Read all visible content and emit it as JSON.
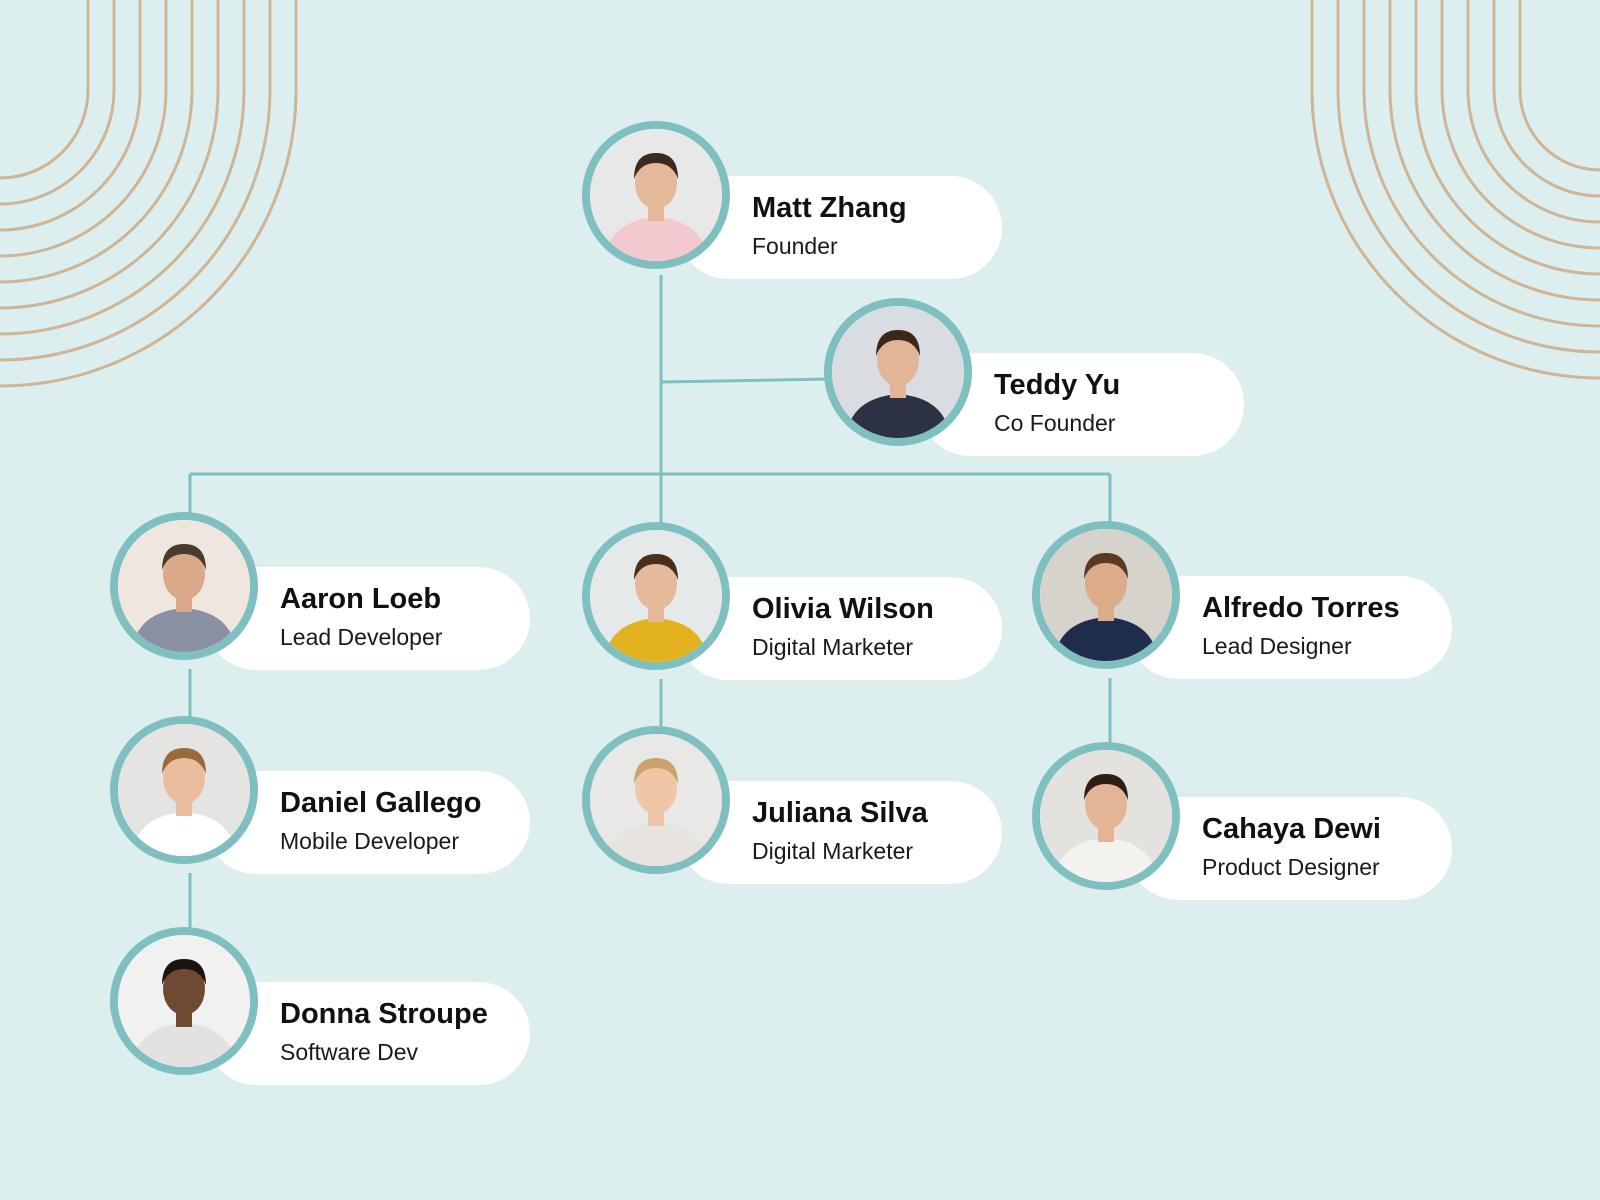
{
  "colors": {
    "background": "#ddeeee",
    "accent": "#7fbfbf",
    "connector": "#7fbfbf",
    "decor_lines": "#cdb596",
    "card": "#ffffff",
    "text": "#111111"
  },
  "people": [
    {
      "id": "matt",
      "name": "Matt Zhang",
      "title": "Founder",
      "icon": "person-photo-icon",
      "skin": "#e5b99a",
      "hair": "#3b2a20",
      "shirt": "#f2c9cf",
      "bg": "#e8e8e8"
    },
    {
      "id": "teddy",
      "name": "Teddy Yu",
      "title": "Co Founder",
      "icon": "person-photo-icon",
      "skin": "#e2b596",
      "hair": "#3a2818",
      "shirt": "#2c3242",
      "bg": "#d9dde2"
    },
    {
      "id": "aaron",
      "name": "Aaron Loeb",
      "title": "Lead Developer",
      "icon": "person-photo-icon",
      "skin": "#d9a98a",
      "hair": "#4a3b30",
      "shirt": "#8a8fa3",
      "bg": "#efe7dd"
    },
    {
      "id": "olivia",
      "name": "Olivia Wilson",
      "title": "Digital Marketer",
      "icon": "person-photo-icon",
      "skin": "#e6b99c",
      "hair": "#4a2e1e",
      "shirt": "#e3b21f",
      "bg": "#e6e9ea"
    },
    {
      "id": "alfredo",
      "name": "Alfredo Torres",
      "title": "Lead Designer",
      "icon": "person-photo-icon",
      "skin": "#dcab8a",
      "hair": "#5a3a22",
      "shirt": "#1f2c4a",
      "bg": "#d6d3cd"
    },
    {
      "id": "daniel",
      "name": "Daniel Gallego",
      "title": "Mobile Developer",
      "icon": "person-photo-icon",
      "skin": "#e8bc9c",
      "hair": "#9a6a3a",
      "shirt": "#ffffff",
      "bg": "#e4e4e2"
    },
    {
      "id": "juliana",
      "name": "Juliana Silva",
      "title": "Digital Marketer",
      "icon": "person-photo-icon",
      "skin": "#efc6a8",
      "hair": "#c9a36b",
      "shirt": "#e7e3de",
      "bg": "#e8e8e6"
    },
    {
      "id": "cahaya",
      "name": "Cahaya Dewi",
      "title": "Product Designer",
      "icon": "person-photo-icon",
      "skin": "#e3b596",
      "hair": "#2e1e16",
      "shirt": "#f4f2ee",
      "bg": "#e3e2de"
    },
    {
      "id": "donna",
      "name": "Donna Stroupe",
      "title": "Software Dev",
      "icon": "person-photo-icon",
      "skin": "#6e4a32",
      "hair": "#1a1412",
      "shirt": "#e2e2e2",
      "bg": "#f1f1f1"
    }
  ]
}
